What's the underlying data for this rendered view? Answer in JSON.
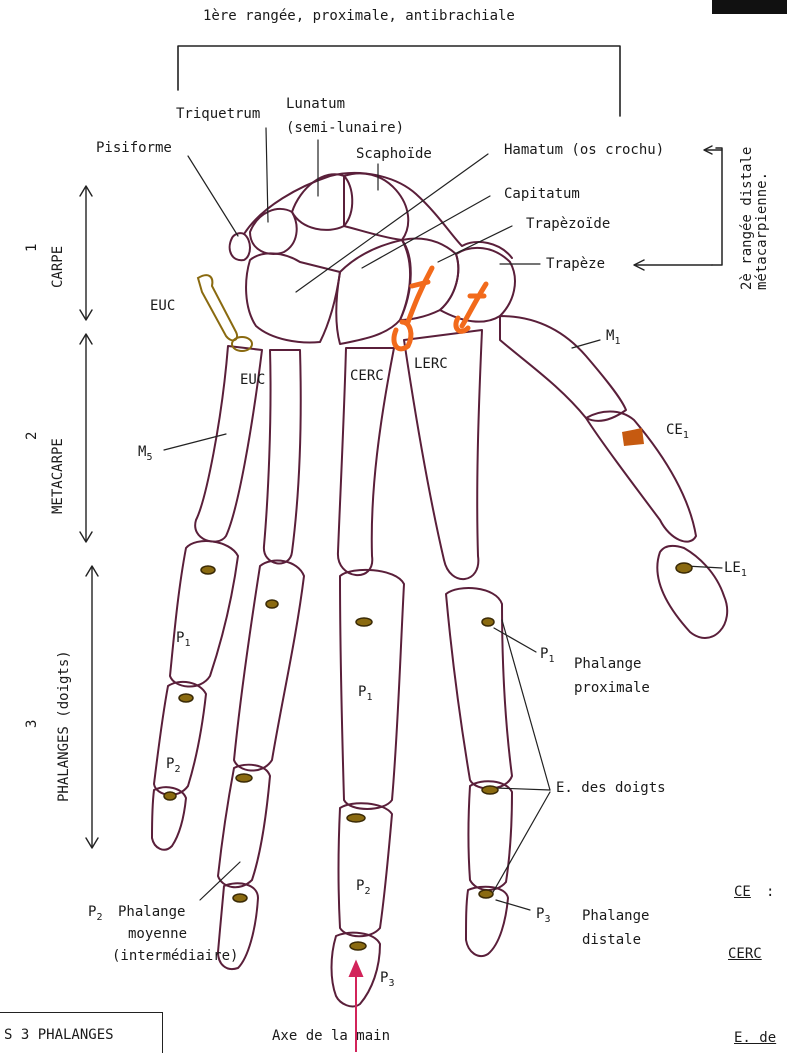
{
  "title": "1ère rangée, proximale, antibrachiale",
  "side_label": "2è rangée distale métacarpienne.",
  "sections": {
    "carpe": {
      "number": "1",
      "label": "CARPE"
    },
    "metacarpe": {
      "number": "2",
      "label": "METACARPE"
    },
    "phalanges": {
      "number": "3",
      "label": "PHALANGES (doigts)"
    }
  },
  "labels": {
    "triquetrum": "Triquetrum",
    "lunatum": "Lunatum",
    "semi_lunaire": "(semi-lunaire)",
    "pisiforme": "Pisiforme",
    "scaphoide": "Scaphoïde",
    "hamatum": "Hamatum (os crochu)",
    "capitatum": "Capitatum",
    "trapezoide": "Trapèzoïde",
    "trapeze": "Trapèze",
    "euc": "EUC",
    "euc2": "EUC",
    "cerc": "CERC",
    "lerc": "LERC",
    "m1": "M",
    "m1_sub": "1",
    "m5": "M",
    "m5_sub": "5",
    "ce1": "CE",
    "ce1_sub": "1",
    "le1": "LE",
    "le1_sub": "1",
    "p1_left": "P",
    "p1_left_sub": "1",
    "p2_left": "P",
    "p2_left_sub": "2",
    "p1_center": "P",
    "p1_center_sub": "1",
    "p2_center": "P",
    "p2_center_sub": "2",
    "p3_center": "P",
    "p3_center_sub": "3",
    "p1_right": "P",
    "p1_right_sub": "1",
    "p1_right_name": "Phalange",
    "p1_right_name2": "proximale",
    "e_doigts": "E. des doigts",
    "p2_bottom": "P",
    "p2_bottom_sub": "2",
    "p2_bottom_name": "Phalange",
    "p2_bottom_name2": "moyenne",
    "p2_bottom_name3": "(intermédiaire)",
    "p3_right": "P",
    "p3_right_sub": "3",
    "p3_right_name": "Phalange",
    "p3_right_name2": "distale",
    "axe": "Axe de la main"
  },
  "legend_fragments": {
    "ce": "CE",
    "ce_colon": ":",
    "cerc": "CERC",
    "e_de": "E. de"
  },
  "bottom_box": "S 3 PHALANGES",
  "colors": {
    "bone_outline": "#5a1f3a",
    "annotation_orange": "#f26a1b",
    "insertion_brown": "#8a6a10",
    "axis_arrow": "#d2245a",
    "ce1_mark": "#c65a10"
  }
}
